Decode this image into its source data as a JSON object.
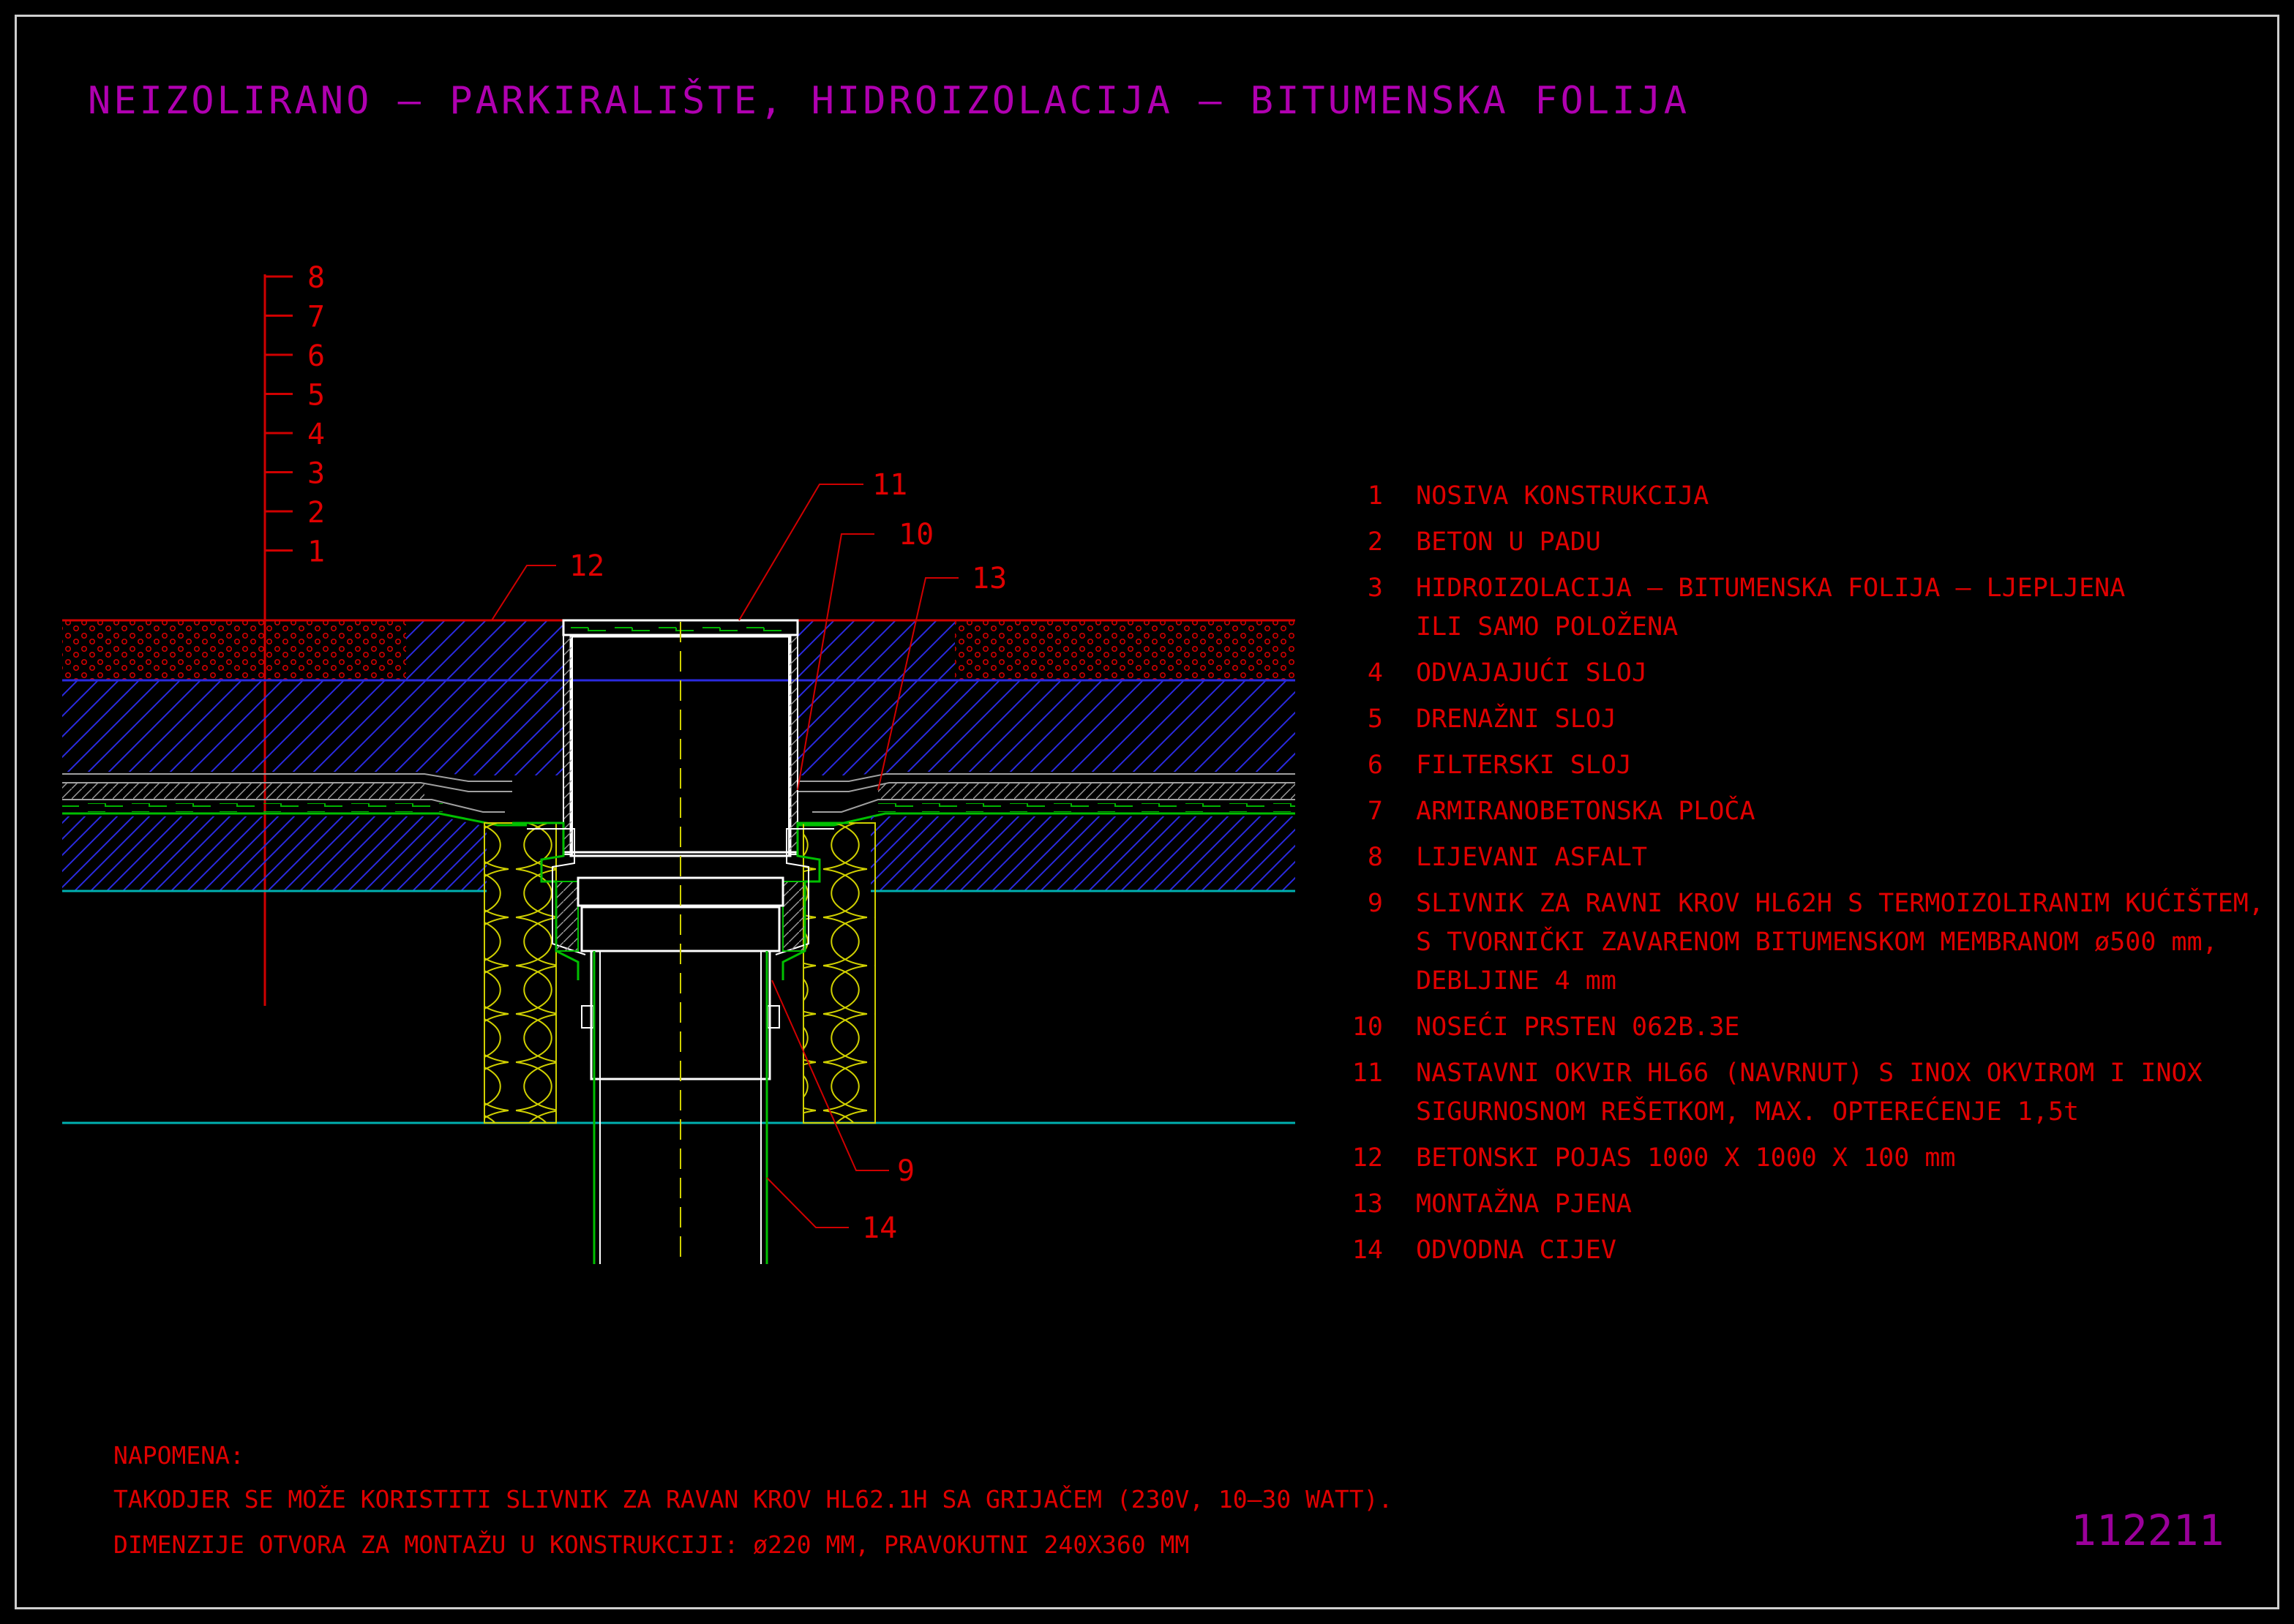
{
  "title": "NEIZOLIRANO – PARKIRALIŠTE, HIDROIZOLACIJA – BITUMENSKA FOLIJA",
  "layer_scale": [
    "8",
    "7",
    "6",
    "5",
    "4",
    "3",
    "2",
    "1"
  ],
  "callouts": {
    "c11": "11",
    "c10": "10",
    "c12": "12",
    "c13": "13",
    "c9": "9",
    "c14": "14"
  },
  "legend": [
    {
      "num": "1",
      "lines": [
        "NOSIVA KONSTRUKCIJA"
      ]
    },
    {
      "num": "2",
      "lines": [
        "BETON U PADU"
      ]
    },
    {
      "num": "3",
      "lines": [
        "HIDROIZOLACIJA – BITUMENSKA FOLIJA – LJEPLJENA",
        "ILI SAMO POLOŽENA"
      ]
    },
    {
      "num": "4",
      "lines": [
        "ODVAJAJUĆI SLOJ"
      ]
    },
    {
      "num": "5",
      "lines": [
        "DRENAŽNI SLOJ"
      ]
    },
    {
      "num": "6",
      "lines": [
        "FILTERSKI SLOJ"
      ]
    },
    {
      "num": "7",
      "lines": [
        "ARMIRANOBETONSKA PLOČA"
      ]
    },
    {
      "num": "8",
      "lines": [
        "LIJEVANI ASFALT"
      ]
    },
    {
      "num": "9",
      "lines": [
        "SLIVNIK ZA RAVNI KROV HL62H S TERMOIZOLIRANIM KUĆIŠTEM,",
        "S TVORNIČKI ZAVARENOM BITUMENSKOM MEMBRANOM ø500 mm,",
        "DEBLJINE 4 mm"
      ]
    },
    {
      "num": "10",
      "lines": [
        "NOSEĆI PRSTEN 062B.3E"
      ]
    },
    {
      "num": "11",
      "lines": [
        "NASTAVNI OKVIR HL66 (NAVRNUT) S INOX OKVIROM I INOX",
        "SIGURNOSNOM REŠETKOM, MAX. OPTEREĆENJE 1,5t"
      ]
    },
    {
      "num": "12",
      "lines": [
        "BETONSKI POJAS 1000 X 1000 X 100 mm"
      ]
    },
    {
      "num": "13",
      "lines": [
        "MONTAŽNA PJENA"
      ]
    },
    {
      "num": "14",
      "lines": [
        "ODVODNA CIJEV"
      ]
    }
  ],
  "notes": {
    "heading": "NAPOMENA:",
    "line1": "TAKODJER SE MOŽE KORISTITI SLIVNIK ZA RAVAN KROV HL62.1H SA GRIJAČEM (230V, 10–30 WATT).",
    "line2": "DIMENZIJE OTVORA ZA MONTAŽU U KONSTRUKCIJI: ø220 MM, PRAVOKUTNI 240X360 MM"
  },
  "drawing_code": "112211",
  "colors": {
    "background": "#000000",
    "frame": "#cfcfcf",
    "title": "#b000b0",
    "legend_text": "#e00000",
    "concrete_hatch": "#2020e0",
    "membrane": "#00c000",
    "insulation": "#d0d000",
    "asphalt_dots": "#e00000",
    "structure_line": "#00b0b0",
    "drain_lines": "#ffffff"
  }
}
